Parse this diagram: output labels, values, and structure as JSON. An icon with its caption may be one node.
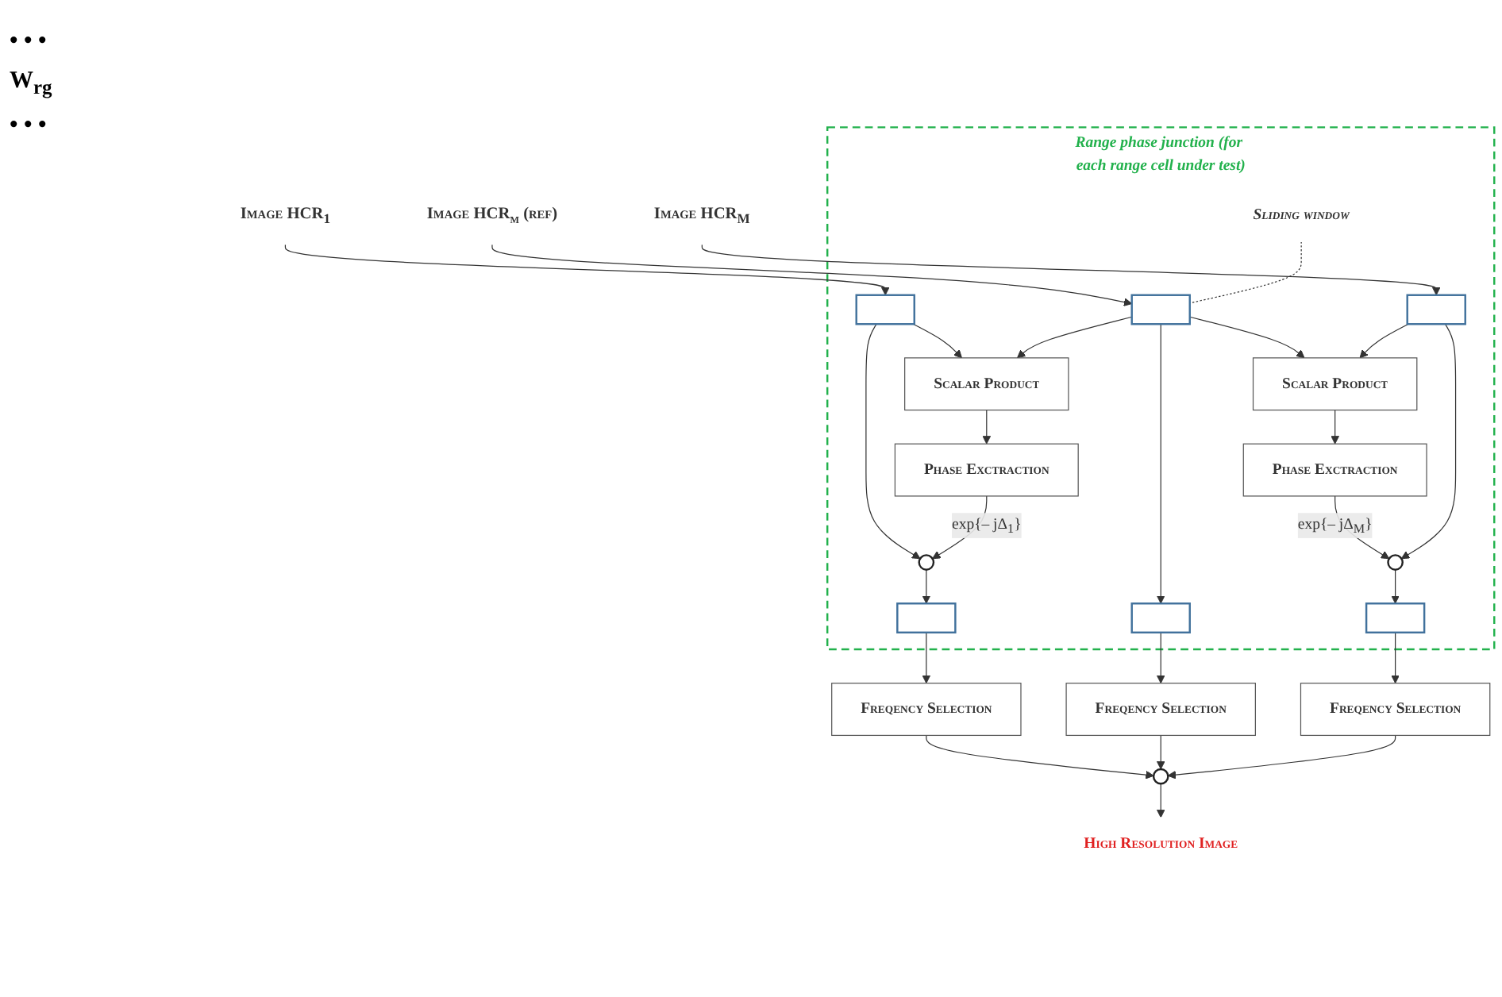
{
  "diagram": {
    "nodes": [
      {
        "text": [
          "Range phase junction (for each range cell under test)"
        ]
      },
      {
        "text": [
          "Image HCR$_{1}$"
        ]
      },
      {
        "text": [
          "Image HCR$_{m}$ (ref)"
        ]
      },
      {
        "text": [
          "Image HCR$_{M}$"
        ]
      },
      {
        "text": [],
        "shape": "box",
        "in": 0
      },
      {
        "text": [],
        "shape": "box",
        "in": 0
      },
      {
        "text": [],
        "shape": "box",
        "in": 0
      },
      {
        "text": [
          "Scalar Product"
        ],
        "in": 0
      },
      {
        "text": [
          "Scalar Product"
        ],
        "in": 0
      },
      {
        "text": [
          "Phase Exctraction"
        ],
        "in": 0
      },
      {
        "text": [
          "Phase Exctraction"
        ],
        "in": 0
      },
      {
        "text": [],
        "shape": "circle",
        "in": 0
      },
      {
        "text": [],
        "shape": "circle",
        "in": 0
      },
      {
        "text": [],
        "shape": "box",
        "in": 0
      },
      {
        "text": [],
        "shape": "box",
        "in": 0
      },
      {
        "text": [],
        "shape": "box",
        "in": 0
      },
      {
        "text": [
          "Sliding window"
        ],
        "in": 0
      },
      {
        "text": [
          "Freqency Selection"
        ]
      },
      {
        "text": [
          "Freqency Selection"
        ]
      },
      {
        "text": [
          "Freqency Selection"
        ]
      },
      {
        "text": [],
        "shape": "circle"
      },
      {
        "text": [
          "High Resolution Image"
        ]
      }
    ],
    "edges": [
      {
        "from": 1,
        "to": 4,
        "arrow": "to"
      },
      {
        "from": 2,
        "to": 5,
        "arrow": "to"
      },
      {
        "from": 3,
        "to": 6,
        "arrow": "to"
      },
      {
        "from": 16,
        "to": 5,
        "arrow": "none",
        "style": "dashed"
      },
      {
        "from": 4,
        "to": 7,
        "arrow": "to"
      },
      {
        "from": 5,
        "to": 7,
        "arrow": "to"
      },
      {
        "from": 5,
        "to": 8,
        "arrow": "to"
      },
      {
        "from": 6,
        "to": 8,
        "arrow": "to"
      },
      {
        "from": 7,
        "to": 9,
        "arrow": "to"
      },
      {
        "from": 8,
        "to": 10,
        "arrow": "to"
      },
      {
        "from": 4,
        "to": 11,
        "arrow": "to"
      },
      {
        "from": 9,
        "to": 11,
        "arrow": "to",
        "label": "exp{– jΔ$_{1}$}"
      },
      {
        "from": 10,
        "to": 12,
        "arrow": "to",
        "label": "exp{– jΔ$_{M}$}"
      },
      {
        "from": 6,
        "to": 12,
        "arrow": "to"
      },
      {
        "from": 11,
        "to": 13,
        "arrow": "to"
      },
      {
        "from": 5,
        "to": 14,
        "arrow": "to"
      },
      {
        "from": 12,
        "to": 15,
        "arrow": "to"
      },
      {
        "from": 13,
        "to": 17,
        "arrow": "to"
      },
      {
        "from": 14,
        "to": 18,
        "arrow": "to"
      },
      {
        "from": 15,
        "to": 19,
        "arrow": "to"
      },
      {
        "from": 17,
        "to": 20,
        "arrow": "to"
      },
      {
        "from": 18,
        "to": 20,
        "arrow": "to"
      },
      {
        "from": 19,
        "to": 20,
        "arrow": "to"
      },
      {
        "from": 20,
        "to": 21,
        "arrow": "to"
      }
    ],
    "labels": [
      "• • •",
      "W$_{rg}$",
      "• • •"
    ]
  }
}
